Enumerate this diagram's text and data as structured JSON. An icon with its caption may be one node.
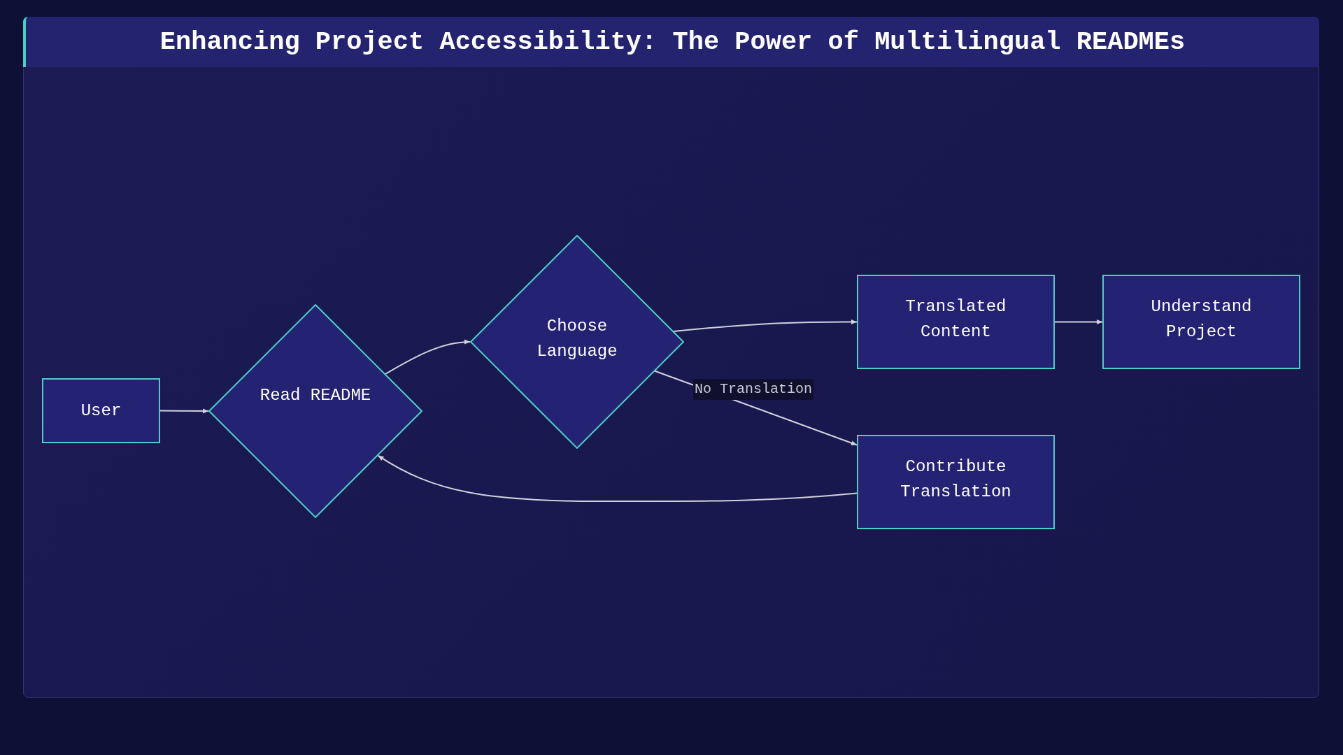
{
  "diagram": {
    "title": "Enhancing Project Accessibility: The Power of Multilingual READMEs",
    "nodes": [
      {
        "text": [
          "User"
        ]
      },
      {
        "text": [
          "Read README"
        ]
      },
      {
        "text": [
          "Choose Language"
        ]
      },
      {
        "text": [
          "Translated Content"
        ]
      },
      {
        "text": [
          "Understand Project"
        ]
      },
      {
        "text": [
          "Contribute Translation"
        ]
      }
    ],
    "edges": [
      {
        "from": 0,
        "to": 1,
        "arrow": "to"
      },
      {
        "from": 1,
        "to": 2,
        "arrow": "to"
      },
      {
        "from": 2,
        "to": 3,
        "arrow": "to"
      },
      {
        "from": 2,
        "to": 5,
        "arrow": "to",
        "label": "No Translation"
      },
      {
        "from": 3,
        "to": 4,
        "arrow": "to"
      },
      {
        "from": 5,
        "to": 1,
        "arrow": "to"
      }
    ]
  }
}
